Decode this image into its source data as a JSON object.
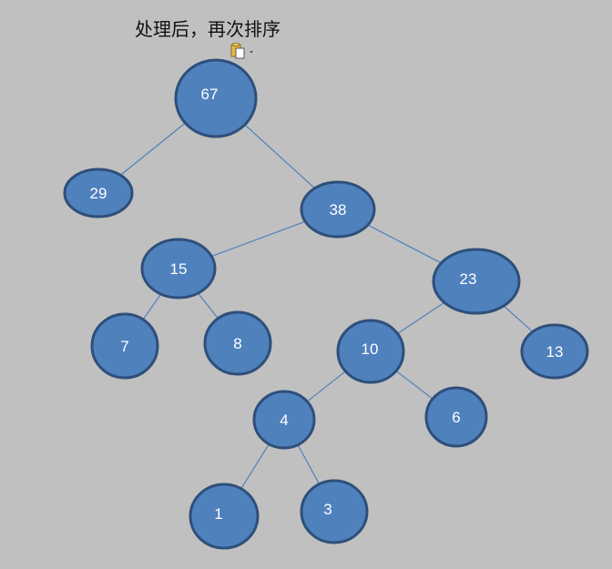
{
  "title": "处理后，再次排序",
  "icons": {
    "paste_options": "paste-options-icon"
  },
  "colors": {
    "background": "#c0c0c0",
    "node_fill": "#4f81bd",
    "node_stroke": "#2e4f7a",
    "edge": "#4f81bd"
  },
  "tree": {
    "nodes": [
      {
        "id": "n67",
        "label": "67"
      },
      {
        "id": "n29",
        "label": "29"
      },
      {
        "id": "n38",
        "label": "38"
      },
      {
        "id": "n15",
        "label": "15"
      },
      {
        "id": "n23",
        "label": "23"
      },
      {
        "id": "n7",
        "label": "7"
      },
      {
        "id": "n8",
        "label": "8"
      },
      {
        "id": "n10",
        "label": "10"
      },
      {
        "id": "n13",
        "label": "13"
      },
      {
        "id": "n4",
        "label": "4"
      },
      {
        "id": "n6",
        "label": "6"
      },
      {
        "id": "n1",
        "label": "1"
      },
      {
        "id": "n3",
        "label": "3"
      }
    ],
    "edges": [
      [
        "n67",
        "n29"
      ],
      [
        "n67",
        "n38"
      ],
      [
        "n38",
        "n15"
      ],
      [
        "n38",
        "n23"
      ],
      [
        "n15",
        "n7"
      ],
      [
        "n15",
        "n8"
      ],
      [
        "n23",
        "n10"
      ],
      [
        "n23",
        "n13"
      ],
      [
        "n10",
        "n4"
      ],
      [
        "n10",
        "n6"
      ],
      [
        "n4",
        "n1"
      ],
      [
        "n4",
        "n3"
      ]
    ]
  }
}
